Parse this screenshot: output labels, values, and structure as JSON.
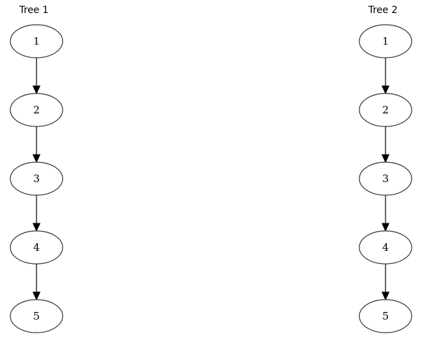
{
  "trees": [
    {
      "title": "Tree 1",
      "nodes": [
        "1",
        "2",
        "3",
        "4",
        "5"
      ],
      "edges": [
        [
          "1",
          "2"
        ],
        [
          "2",
          "3"
        ],
        [
          "3",
          "4"
        ],
        [
          "4",
          "5"
        ]
      ]
    },
    {
      "title": "Tree 2",
      "nodes": [
        "1",
        "2",
        "3",
        "4",
        "5"
      ],
      "edges": [
        [
          "1",
          "2"
        ],
        [
          "2",
          "3"
        ],
        [
          "3",
          "4"
        ],
        [
          "4",
          "5"
        ]
      ]
    }
  ]
}
